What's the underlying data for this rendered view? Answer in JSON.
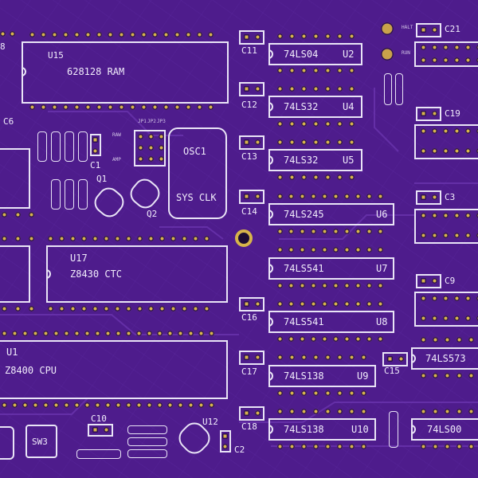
{
  "parts": {
    "ram": {
      "ref": "U15",
      "part": "628128  RAM"
    },
    "ctc": {
      "ref": "U17",
      "part": "Z8430  CTC"
    },
    "cpu": {
      "ref": "U1",
      "part": "Z8400  CPU"
    },
    "osc": {
      "ref": "OSC1",
      "part": "SYS CLK"
    },
    "u2": {
      "ref": "U2",
      "part": "74LS04"
    },
    "u4": {
      "ref": "U4",
      "part": "74LS32"
    },
    "u5": {
      "ref": "U5",
      "part": "74LS32"
    },
    "u6": {
      "ref": "U6",
      "part": "74LS245"
    },
    "u7": {
      "ref": "U7",
      "part": "74LS541"
    },
    "u8": {
      "ref": "U8",
      "part": "74LS541"
    },
    "u9": {
      "ref": "U9",
      "part": "74LS138"
    },
    "u10": {
      "ref": "U10",
      "part": "74LS138"
    },
    "u11": {
      "part": "74LS573"
    },
    "u12": {
      "part": "74LS00"
    }
  },
  "caps": [
    "C11",
    "C12",
    "C13",
    "C14",
    "C16",
    "C17",
    "C18",
    "C21",
    "C19",
    "C3",
    "C9",
    "C15",
    "C10",
    "C1",
    "C6",
    "C2"
  ],
  "others": {
    "q1": "Q1",
    "q2": "Q2",
    "u12": "U12",
    "sw3": "SW3",
    "frag_8": "8",
    "halt": "HALT",
    "run": "RUN",
    "raw": "RAW",
    "amp": "AMP",
    "jp1": "JP1",
    "jp2": "JP2",
    "jp3": "JP3"
  }
}
